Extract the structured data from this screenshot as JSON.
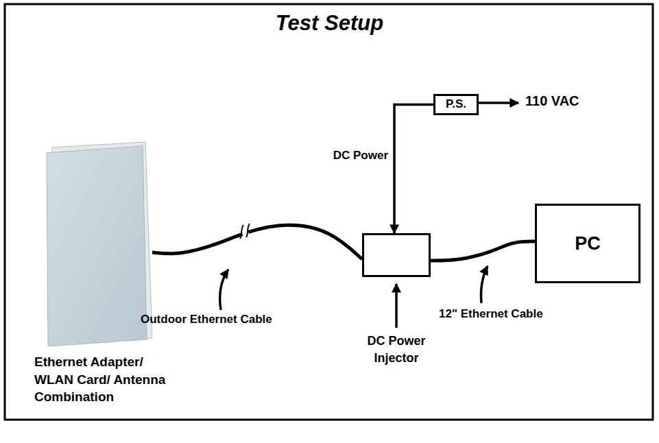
{
  "diagram": {
    "title": "Test Setup",
    "nodes": [
      {
        "text": [
          "P.S."
        ]
      },
      {
        "text": [
          "Ethernet Adapter/ WLAN Card/ Antenna Combination"
        ]
      },
      {
        "text": [
          "DC Power Injector"
        ]
      },
      {
        "text": [
          "PC"
        ]
      }
    ],
    "edges": [
      {
        "from": 1,
        "to": 2,
        "arrow": "none"
      },
      {
        "from": 0,
        "to": 2,
        "label": "DC Power",
        "arrow": "to"
      },
      {
        "from": 2,
        "to": 3,
        "arrow": "none"
      }
    ],
    "labels": [
      "110 VAC",
      "Outdoor Ethernet Cable",
      "12\" Ethernet Cable"
    ]
  }
}
